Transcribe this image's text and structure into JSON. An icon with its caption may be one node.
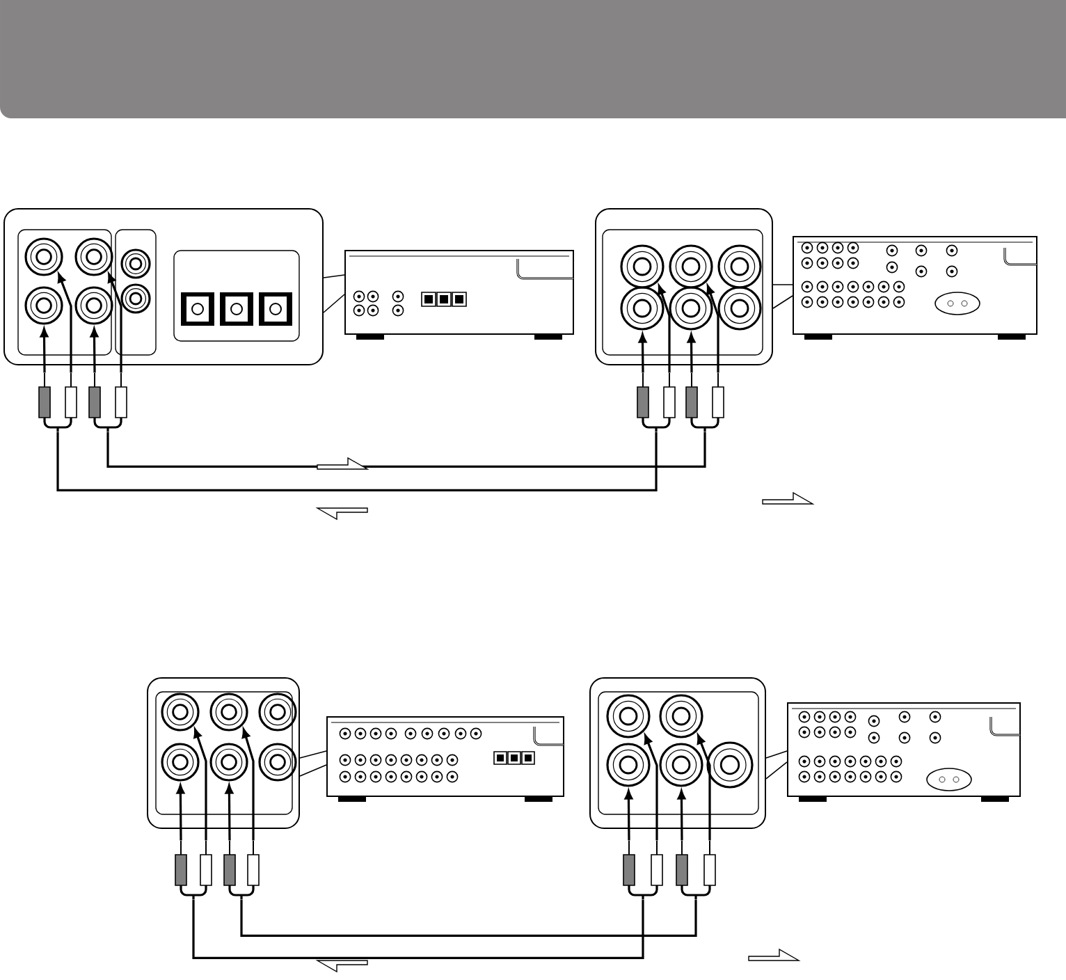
{
  "diagram": {
    "nodes": [
      {
        "text": [],
        "shape": "box"
      },
      {
        "text": [],
        "shape": "circle",
        "in": 0
      },
      {
        "text": [],
        "shape": "circle",
        "in": 0
      },
      {
        "text": [],
        "shape": "circle",
        "in": 0
      },
      {
        "text": [],
        "shape": "circle",
        "in": 0
      },
      {
        "text": [],
        "shape": "circle",
        "in": 0
      },
      {
        "text": [],
        "shape": "circle",
        "in": 0
      },
      {
        "text": [],
        "shape": "picture"
      },
      {
        "text": [],
        "shape": "box"
      },
      {
        "text": [],
        "shape": "circle",
        "in": 8
      },
      {
        "text": [],
        "shape": "circle",
        "in": 8
      },
      {
        "text": [],
        "shape": "circle",
        "in": 8
      },
      {
        "text": [],
        "shape": "circle",
        "in": 8
      },
      {
        "text": [],
        "shape": "circle",
        "in": 8
      },
      {
        "text": [],
        "shape": "circle",
        "in": 8
      },
      {
        "text": [],
        "shape": "picture"
      },
      {
        "text": [],
        "shape": "plug"
      },
      {
        "text": [],
        "shape": "plug"
      },
      {
        "text": [],
        "shape": "plug"
      },
      {
        "text": [],
        "shape": "plug"
      },
      {
        "text": [],
        "shape": "box"
      },
      {
        "text": [],
        "shape": "circle",
        "in": 20
      },
      {
        "text": [],
        "shape": "circle",
        "in": 20
      },
      {
        "text": [],
        "shape": "circle",
        "in": 20
      },
      {
        "text": [],
        "shape": "circle",
        "in": 20
      },
      {
        "text": [],
        "shape": "circle",
        "in": 20
      },
      {
        "text": [],
        "shape": "circle",
        "in": 20
      },
      {
        "text": [],
        "shape": "picture"
      },
      {
        "text": [],
        "shape": "box"
      },
      {
        "text": [],
        "shape": "circle",
        "in": 28
      },
      {
        "text": [],
        "shape": "circle",
        "in": 28
      },
      {
        "text": [],
        "shape": "circle",
        "in": 28
      },
      {
        "text": [],
        "shape": "circle",
        "in": 28
      },
      {
        "text": [],
        "shape": "circle",
        "in": 28
      },
      {
        "text": [],
        "shape": "picture"
      },
      {
        "text": [],
        "shape": "plug"
      },
      {
        "text": [],
        "shape": "plug"
      },
      {
        "text": [],
        "shape": "plug"
      },
      {
        "text": [],
        "shape": "plug"
      }
    ],
    "edges": [
      {
        "from": 16,
        "to": 3,
        "arrow": "to"
      },
      {
        "from": 16,
        "to": 1,
        "arrow": "to"
      },
      {
        "from": 17,
        "to": 4,
        "arrow": "to"
      },
      {
        "from": 17,
        "to": 2,
        "arrow": "to"
      },
      {
        "from": 18,
        "to": 12,
        "arrow": "to"
      },
      {
        "from": 18,
        "to": 9,
        "arrow": "to"
      },
      {
        "from": 19,
        "to": 13,
        "arrow": "to"
      },
      {
        "from": 19,
        "to": 10,
        "arrow": "to"
      },
      {
        "from": 16,
        "to": 18,
        "arrow": "none"
      },
      {
        "from": 17,
        "to": 19,
        "arrow": "none"
      },
      {
        "from": 0,
        "to": 7,
        "arrow": "none"
      },
      {
        "from": 8,
        "to": 15,
        "arrow": "none"
      },
      {
        "from": 35,
        "to": 24,
        "arrow": "to"
      },
      {
        "from": 35,
        "to": 21,
        "arrow": "to"
      },
      {
        "from": 36,
        "to": 25,
        "arrow": "to"
      },
      {
        "from": 36,
        "to": 22,
        "arrow": "to"
      },
      {
        "from": 37,
        "to": 31,
        "arrow": "to"
      },
      {
        "from": 37,
        "to": 29,
        "arrow": "to"
      },
      {
        "from": 38,
        "to": 32,
        "arrow": "to"
      },
      {
        "from": 38,
        "to": 30,
        "arrow": "to"
      },
      {
        "from": 35,
        "to": 37,
        "arrow": "none"
      },
      {
        "from": 36,
        "to": 38,
        "arrow": "none"
      },
      {
        "from": 20,
        "to": 27,
        "arrow": "none"
      },
      {
        "from": 28,
        "to": 34,
        "arrow": "none"
      }
    ]
  }
}
